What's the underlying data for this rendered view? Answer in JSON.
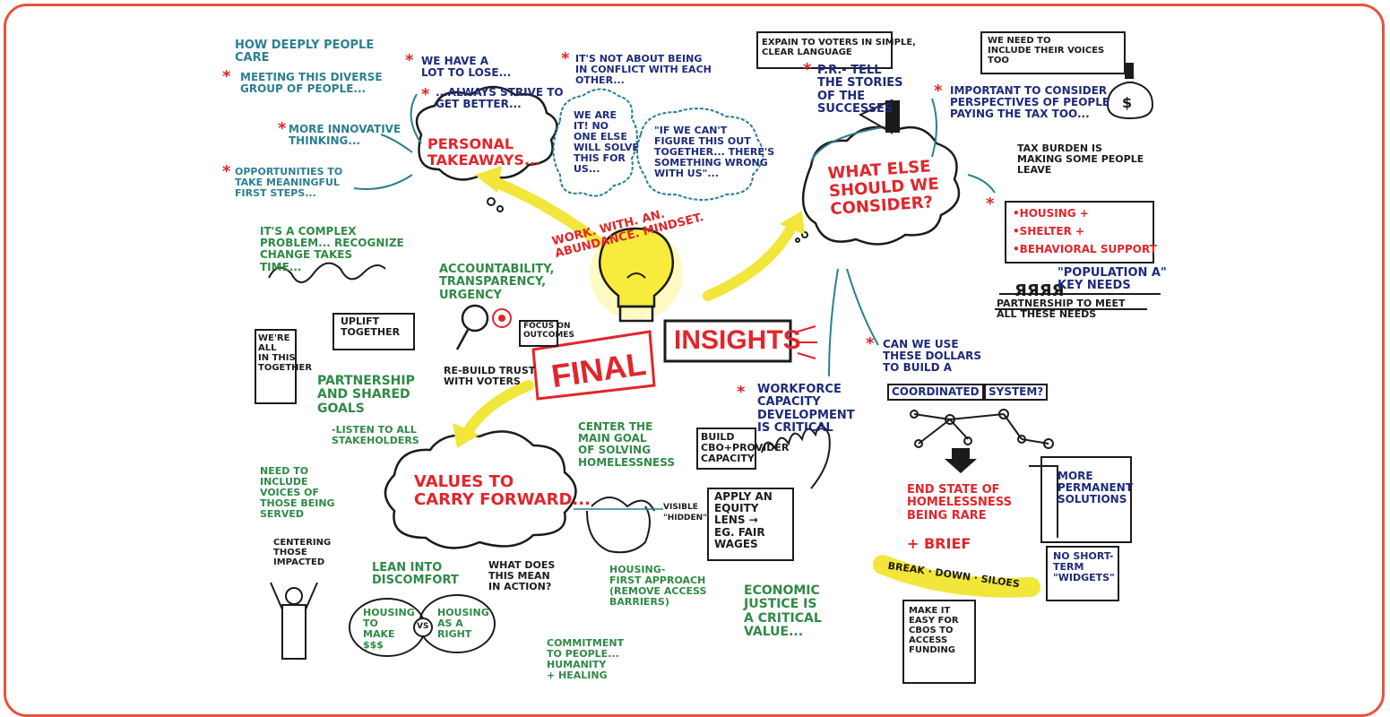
{
  "colors": {
    "frame": "#e8533a",
    "red": "#e2252b",
    "teal": "#2a7f93",
    "navy": "#1d2a7a",
    "green": "#2e8a45",
    "yellow": "#f2e63a"
  },
  "center": {
    "final": "FINAL",
    "insights": "INSIGHTS",
    "arc": "WORK. WITH. AN. ABUNDANCE. MINDSET."
  },
  "personal": {
    "title": "PERSONAL\nTAKEAWAYS...",
    "how_deeply": "HOW DEEPLY PEOPLE\nCARE",
    "meeting": "MEETING THIS DIVERSE\nGROUP OF PEOPLE...",
    "innovative": "MORE INNOVATIVE\nTHINKING...",
    "opportunities": "OPPORTUNITIES TO\nTAKE MEANINGFUL\nFIRST STEPS...",
    "lot_to_lose": "WE HAVE A\nLOT TO LOSE...",
    "strive": "...ALWAYS STRIVE TO\nGET BETTER...",
    "not_conflict": "IT'S NOT ABOUT BEING\nIN CONFLICT WITH EACH\nOTHER...",
    "we_are_it": "WE ARE\nIT! NO\nONE ELSE\nWILL SOLVE\nTHIS FOR\nUS...",
    "if_we_cant": "\"IF WE CAN'T\nFIGURE THIS OUT\nTOGETHER... THERE'S\nSOMETHING WRONG\nWITH US\"..."
  },
  "left_mid": {
    "complex": "IT'S A COMPLEX\nPROBLEM... RECOGNIZE\nCHANGE TAKES\nTIME...",
    "accountability": "ACCOUNTABILITY,\nTRANSPARENCY,\nURGENCY",
    "focus": "FOCUS ON\nOUTCOMES",
    "rebuild": "RE-BUILD TRUST\nWITH VOTERS",
    "uplift": "UPLIFT\nTOGETHER",
    "were_all": "WE'RE\nALL\nIN THIS\nTOGETHER",
    "partnership": "PARTNERSHIP\nAND SHARED\nGOALS",
    "listen": "-LISTEN TO ALL\nSTAKEHOLDERS"
  },
  "values": {
    "title": "VALUES TO\nCARRY FORWARD...",
    "voices": "NEED TO\nINCLUDE\nVOICES OF\nTHOSE BEING\nSERVED",
    "centering": "CENTERING\nTHOSE\nIMPACTED",
    "center_goal": "CENTER THE\nMAIN GOAL\nOF SOLVING\nHOMELESSNESS",
    "visible": "VISIBLE",
    "hidden": "\"HIDDEN\"",
    "lean": "LEAN INTO\nDISCOMFORT",
    "what_does": "WHAT DOES\nTHIS MEAN\nIN ACTION?",
    "housing_make": "HOUSING\nTO\nMAKE\n$$$",
    "vs": "VS",
    "housing_right": "HOUSING\nAS A\nRIGHT",
    "housing_first": "HOUSING-\nFIRST APPROACH\n(REMOVE ACCESS\nBARRIERS)",
    "commitment": "COMMITMENT\nTO PEOPLE...\nHUMANITY\n+ HEALING",
    "economic": "ECONOMIC\nJUSTICE IS\nA CRITICAL\nVALUE...",
    "workforce": "WORKFORCE\nCAPACITY\nDEVELOPMENT\nIS CRITICAL",
    "build_cbo": "BUILD\nCBO+PROVIDER\nCAPACITY",
    "equity": "APPLY AN\nEQUITY\nLENS →\neg. FAIR\nWAGES"
  },
  "consider": {
    "title": "WHAT ELSE\nSHOULD WE\nCONSIDER?",
    "explain": "EXPAIN TO VOTERS IN SIMPLE,\nCLEAR LANGUAGE",
    "pr": "P.R.- TELL\nTHE STORIES\nOF THE\nSUCCESSES",
    "include_voices": "WE NEED TO\nINCLUDE THEIR VOICES\nTOO",
    "perspectives": "IMPORTANT TO CONSIDER\nPERSPECTIVES OF PEOPLE\nPAYING THE TAX TOO...",
    "tax_burden": "TAX BURDEN IS\nMAKING SOME PEOPLE\nLEAVE",
    "housing": "•HOUSING +",
    "shelter": "•SHELTER +",
    "behavioral": "•BEHAVIORAL SUPPORT",
    "pop_a": "\"POPULATION A\"\nKEY NEEDS",
    "partnership_needs": "PARTNERSHIP TO MEET\nALL THESE NEEDS",
    "can_we_use": "CAN WE USE\nTHESE DOLLARS\nTO BUILD A",
    "coordinated": "COORDINATED",
    "system": "SYSTEM?",
    "end_state": "END STATE OF\nHOMELESSNESS\nBEING RARE",
    "brief": "+ BRIEF",
    "more_perm": "MORE\nPERMANENT\nSOLUTIONS",
    "no_short": "NO SHORT-\nTERM\n\"WIDGETS\"",
    "break_down": "BREAK · DOWN · SILOES",
    "make_easy": "MAKE IT\nEASY FOR\nCBOs TO\nACCESS\nFUNDING"
  }
}
